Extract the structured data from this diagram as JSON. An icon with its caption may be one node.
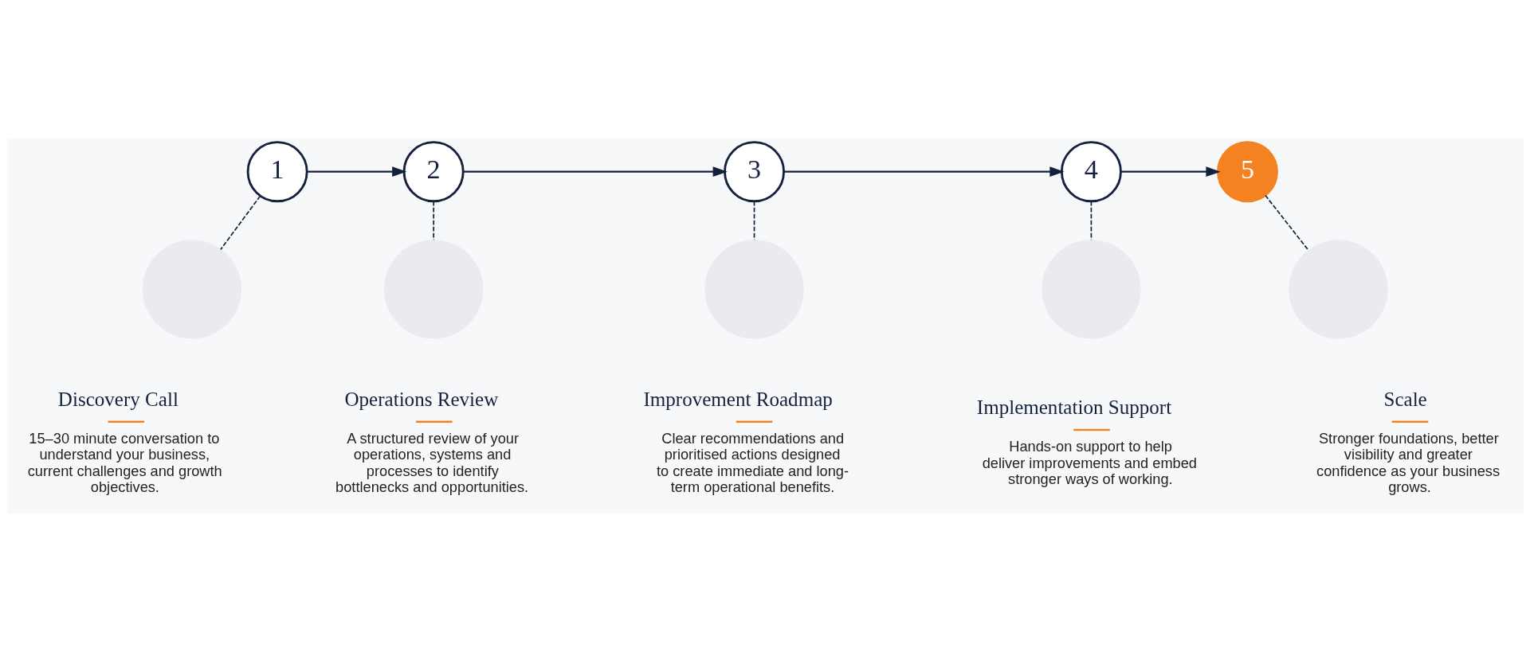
{
  "diagram": {
    "nodes": [
      {
        "text": [
          "1"
        ]
      },
      {
        "text": [
          "2"
        ]
      },
      {
        "text": [
          "3"
        ]
      },
      {
        "text": [
          "4"
        ]
      },
      {
        "text": [
          "5"
        ]
      },
      {
        "text": [],
        "shape": "circle",
        "beside": [
          "Discovery Call",
          "15–30 minute conversation to understand your business, current challenges and growth objectives."
        ]
      },
      {
        "text": [],
        "shape": "circle",
        "beside": [
          "Operations Review",
          "A structured review of your operations, systems and processes to identify bottlenecks and opportunities."
        ]
      },
      {
        "text": [],
        "shape": "circle",
        "beside": [
          "Improvement Roadmap",
          "Clear recommendations and prioritised actions designed to create immediate and long-term operational benefits."
        ]
      },
      {
        "text": [],
        "shape": "circle",
        "beside": [
          "Implementation Support",
          "Hands-on support to help deliver improvements and embed stronger ways of working."
        ]
      },
      {
        "text": [],
        "shape": "circle",
        "beside": [
          "Scale",
          "Stronger foundations, better visibility and greater confidence as your business grows."
        ]
      }
    ],
    "edges": [
      {
        "from": 0,
        "to": 1,
        "arrow": "to"
      },
      {
        "from": 1,
        "to": 2,
        "arrow": "to"
      },
      {
        "from": 2,
        "to": 3,
        "arrow": "to"
      },
      {
        "from": 3,
        "to": 4,
        "arrow": "to"
      },
      {
        "from": 0,
        "to": 5,
        "arrow": "none",
        "style": "dashed"
      },
      {
        "from": 1,
        "to": 6,
        "arrow": "none",
        "style": "dashed"
      },
      {
        "from": 2,
        "to": 7,
        "arrow": "none",
        "style": "dashed"
      },
      {
        "from": 3,
        "to": 8,
        "arrow": "none",
        "style": "dashed"
      },
      {
        "from": 4,
        "to": 9,
        "arrow": "none",
        "style": "dashed"
      }
    ]
  }
}
